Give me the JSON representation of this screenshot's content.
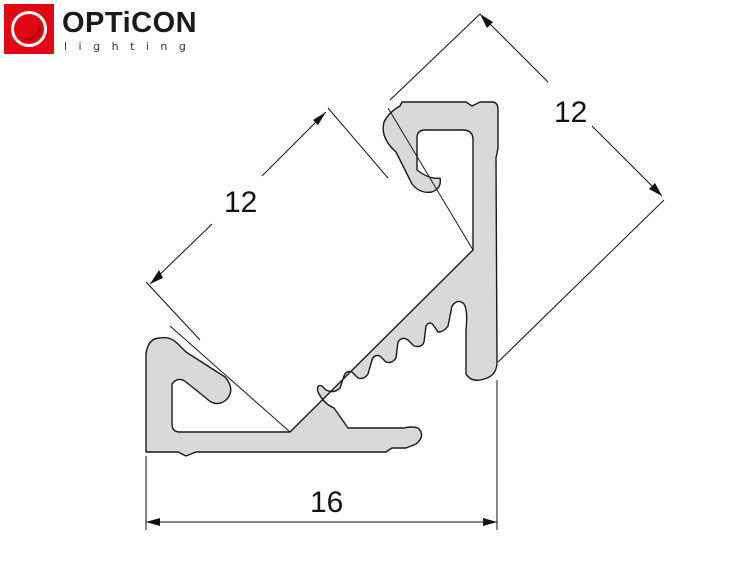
{
  "logo": {
    "name": "OPTiCON",
    "subtitle": "lighting",
    "brand_color": "#e30613",
    "icon": "opticon-logo-icon"
  },
  "drawing": {
    "profile_fill": "#d9d9d9",
    "profile_stroke": "#1a1a1a",
    "dimension_line_color": "#111111",
    "dimensions": {
      "diagonal_left": "12",
      "diagonal_right": "12",
      "bottom_width": "16"
    }
  }
}
